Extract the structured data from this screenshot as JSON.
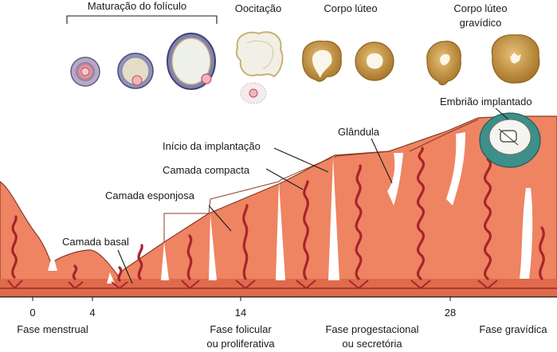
{
  "top_labels": {
    "follicle_maturation": "Maturação do folículo",
    "ovulation": "Oocitação",
    "corpus_luteum": "Corpo lúteo",
    "corpus_luteum_pregnancy_line1": "Corpo lúteo",
    "corpus_luteum_pregnancy_line2": "gravídico"
  },
  "annotations": {
    "implanted_embryo": "Embrião implantado",
    "gland": "Glândula",
    "implantation_start": "Início da implantação",
    "compact_layer": "Camada compacta",
    "spongy_layer": "Camada esponjosa",
    "basal_layer": "Camada basal"
  },
  "axis": {
    "day_0": "0",
    "day_4": "4",
    "day_14": "14",
    "day_28": "28"
  },
  "phases": {
    "menstrual": "Fase menstrual",
    "follicular_line1": "Fase folicular",
    "follicular_line2": "ou proliferativa",
    "progestational_line1": "Fase progestacional",
    "progestational_line2": "ou secretória",
    "pregnancy": "Fase gravídica"
  },
  "colors": {
    "endometrium": "#ee8462",
    "basal_band": "#e06a4c",
    "vessel": "#a8242a",
    "corpus_luteum": "#c9973a",
    "embryo_teal": "#3d8f8a"
  }
}
